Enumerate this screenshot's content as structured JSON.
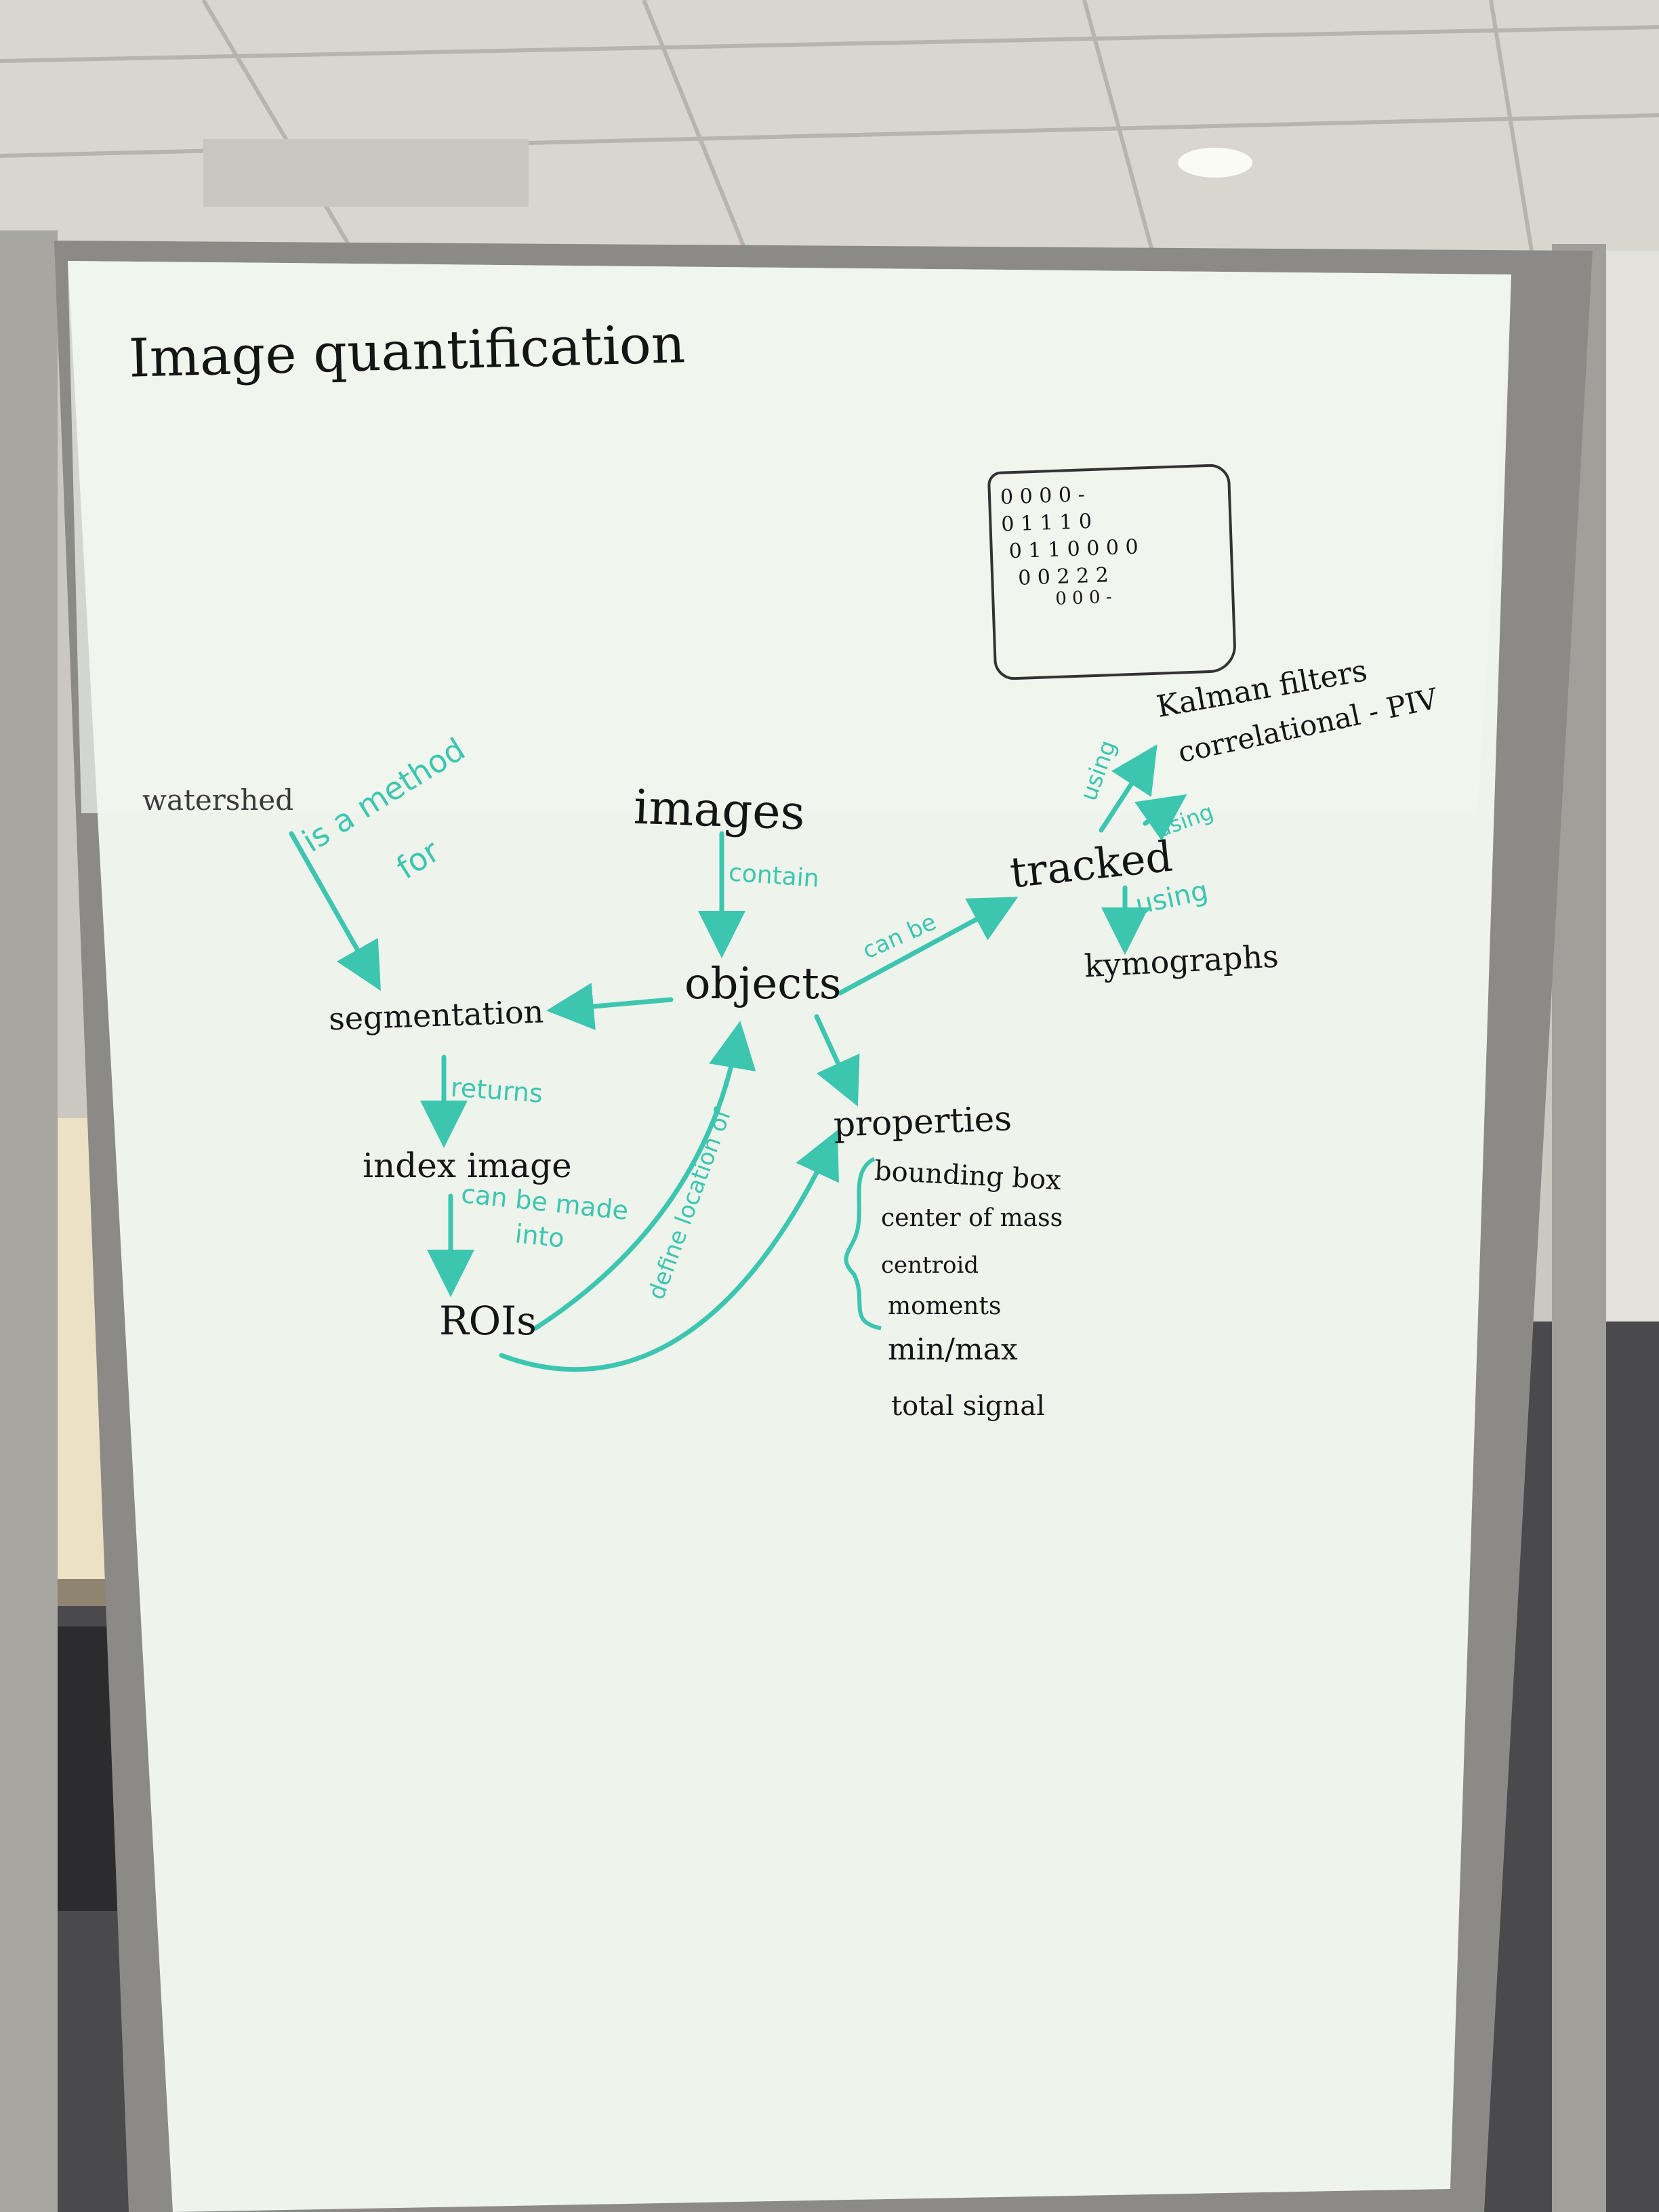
{
  "board": {
    "title": "Image quantification",
    "matrix_sketch": {
      "rows": [
        "0 0 0 0 -",
        "0 1 1 1 0",
        "0 1 1 0 0 0 0",
        "0 0 2 2 2",
        "0 0 0 -"
      ]
    },
    "nodes": {
      "images": "images",
      "objects": "objects",
      "segmentation": "segmentation",
      "watershed": "watershed",
      "index_image": "index image",
      "rois": "ROIs",
      "tracked": "tracked",
      "kalman": "Kalman filters",
      "correlational": "correlational - PIV",
      "kymographs": "kymographs",
      "properties": "properties"
    },
    "edges": {
      "contain": "contain",
      "is_a_method_for": "is a method",
      "is_a_method_for_2": "for",
      "returns": "returns",
      "can_be_made_into": "can be made",
      "can_be_made_into_2": "into",
      "define_location_of": "define location of",
      "can_be": "can be",
      "using_kalman": "using",
      "using_corr": "using",
      "using_kymo": "using"
    },
    "properties_list": [
      "bounding box",
      "center of mass",
      "centroid",
      "moments",
      "min/max",
      "total signal"
    ],
    "colors": {
      "ink": "#151515",
      "marker_teal": "#3cc6b0",
      "board": "#eef3ec",
      "frame": "#a9a8a3"
    }
  }
}
